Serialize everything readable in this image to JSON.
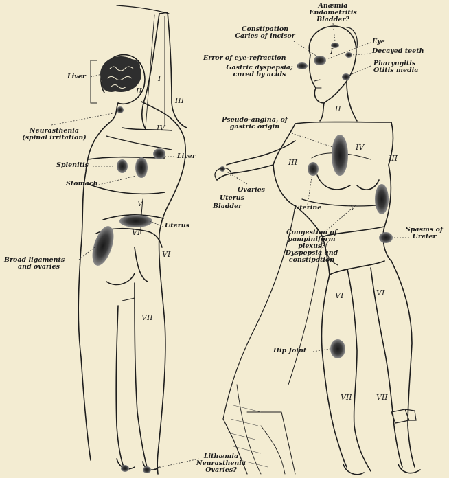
{
  "labels": {
    "back": {
      "liver_left": "Liver",
      "neurasthenia_1": "Neurasthenia",
      "neurasthenia_2": "(spinal irritation)",
      "splenitis": "Splenitis",
      "liver_right": "Liver",
      "stomach": "Stomach",
      "uterus": "Uterus",
      "broad_1": "Broad ligaments",
      "broad_2": "and ovaries",
      "lithaemia": "Lithæmia",
      "neurasthenia_feet": "Neurasthenia",
      "ovaries_feet": "Ovaries?"
    },
    "front": {
      "anaemia": "Anæmia",
      "endometritis": "Endometritis",
      "bladder_top": "Bladder?",
      "constipation": "Constipation",
      "caries": "Caries of incisor",
      "eye": "Eye",
      "decayed_teeth": "Decayed teeth",
      "error_refraction": "Error of eye-refraction",
      "pharyngitis": "Pharyngitis",
      "otitis": "Otitis media",
      "gastric_1": "Gastric dyspepsia;",
      "gastric_2": "cured by acids",
      "pseudo_1": "Pseudo-angina, of",
      "pseudo_2": "gastric origin",
      "ovaries": "Ovaries",
      "uterus_hand": "Uterus",
      "bladder_hand": "Bladder",
      "uterine": "Uterine",
      "congestion_1": "Congestion of",
      "congestion_2": "pampiniform",
      "congestion_3": "plexus?",
      "dyspepsia_1": "Dyspepsia and",
      "dyspepsia_2": "constipation",
      "spasms_1": "Spasms of",
      "spasms_2": "Ureter",
      "hip_joint": "Hip Joint"
    }
  },
  "regions": {
    "back": {
      "I": "I",
      "II": "II",
      "III": "III",
      "IV": "IV",
      "V": "V",
      "VI": "VI",
      "VI_b": "VI",
      "VII": "VII"
    },
    "front": {
      "I": "I",
      "II": "II",
      "III_l": "III",
      "III_r": "III",
      "IV": "IV",
      "V": "V",
      "VI_l": "VI",
      "VI_r": "VI",
      "VII_l": "VII",
      "VII_r": "VII"
    }
  }
}
